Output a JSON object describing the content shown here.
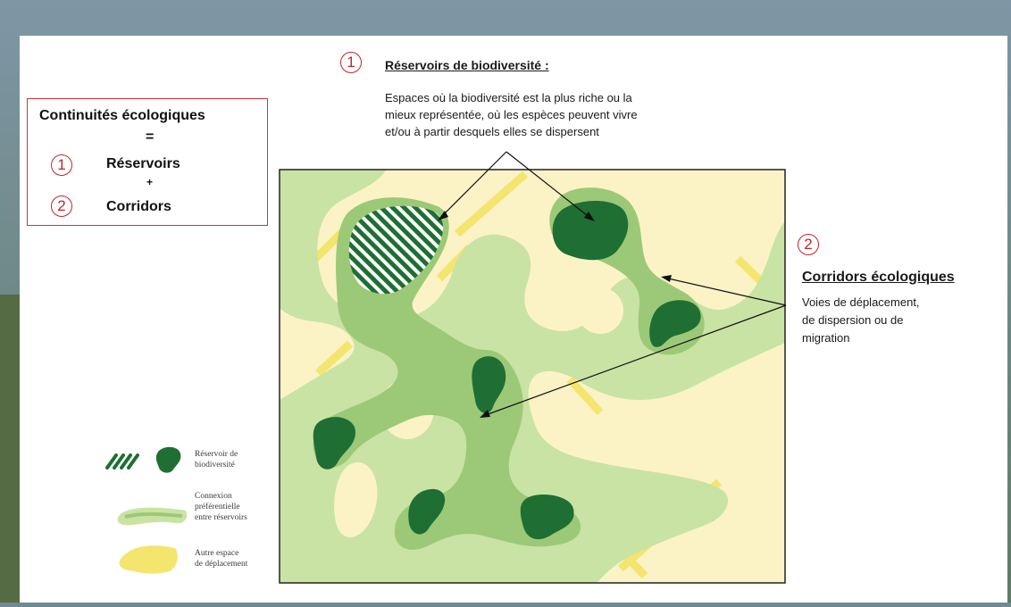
{
  "summary_box": {
    "title": "Continuités écologiques",
    "equals": "=",
    "item1_number": "1",
    "item1_label": "Réservoirs",
    "plus": "+",
    "item2_number": "2",
    "item2_label": "Corridors"
  },
  "reservoirs": {
    "number": "1",
    "heading": "Réservoirs de biodiversité :",
    "description_lines": [
      "Espaces où la biodiversité est la plus riche ou la",
      "mieux représentée, où les espèces peuvent vivre",
      "et/ou à partir desquels elles se dispersent"
    ]
  },
  "corridors": {
    "number": "2",
    "heading": "Corridors écologiques",
    "description_lines": [
      "Voies de déplacement,",
      "de dispersion ou de",
      "migration"
    ]
  },
  "legend": {
    "reservoir_lines": [
      "Réservoir de",
      "biodiversité"
    ],
    "connection_lines": [
      "Connexion",
      "préférentielle",
      "entre réservoirs"
    ],
    "other_lines": [
      "Autre espace",
      "de déplacement"
    ]
  },
  "colors": {
    "map_background": "#fbf3c6",
    "corridor_light": "#c9e3a4",
    "corridor_mid": "#9cc977",
    "reservoir_dark": "#1f6e34",
    "yellow_path": "#f3e56e",
    "accent_red": "#c0262d"
  }
}
